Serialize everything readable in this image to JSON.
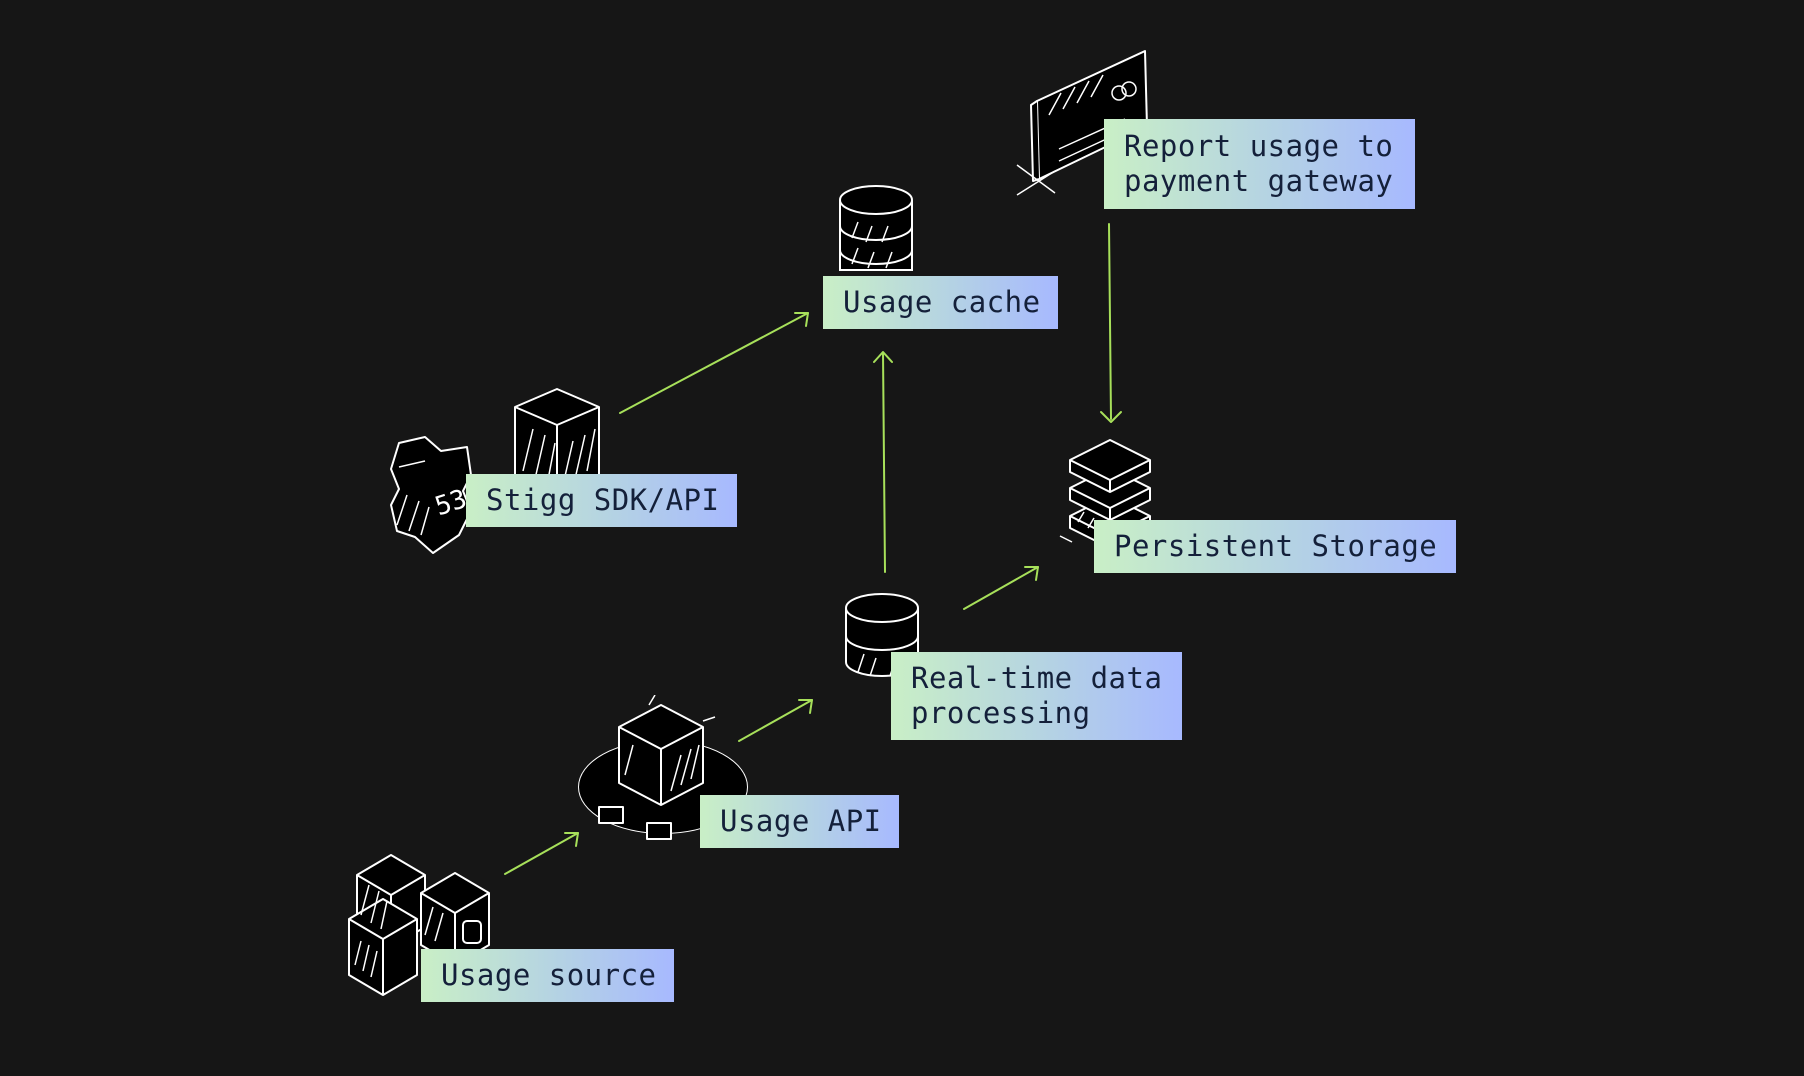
{
  "colors": {
    "background": "#161616",
    "arrow": "#a7e05a",
    "icon_fill": "#000000",
    "icon_stroke": "#ffffff",
    "label_gradient": [
      "#c9efc6",
      "#a7b9ff"
    ],
    "label_text": "#14203a"
  },
  "nodes": {
    "usage_source": {
      "icon": "stacked-boxes-icon",
      "line1": "Usage source"
    },
    "usage_api": {
      "icon": "server-on-platform-icon",
      "line1": "Usage API"
    },
    "realtime_processing": {
      "icon": "database-icon",
      "line1": "Real-time data",
      "line2": "processing"
    },
    "persistent_storage": {
      "icon": "stacked-layers-icon",
      "line1": "Persistent Storage"
    },
    "usage_cache": {
      "icon": "database-stack-icon",
      "line1": "Usage cache"
    },
    "stigg_sdk": {
      "icon": "cube-with-badge-icon",
      "badge": "53",
      "line1": "Stigg SDK/API"
    },
    "report_usage": {
      "icon": "payment-terminal-icon",
      "line1": "Report usage to",
      "line2": "payment gateway"
    }
  },
  "edges": [
    {
      "from": "Usage source",
      "to": "Usage API"
    },
    {
      "from": "Usage API",
      "to": "Real-time data processing"
    },
    {
      "from": "Real-time data processing",
      "to": "Persistent Storage"
    },
    {
      "from": "Real-time data processing",
      "to": "Usage cache"
    },
    {
      "from": "Stigg SDK/API",
      "to": "Usage cache"
    },
    {
      "from": "Report usage to payment gateway",
      "to": "Persistent Storage"
    }
  ]
}
